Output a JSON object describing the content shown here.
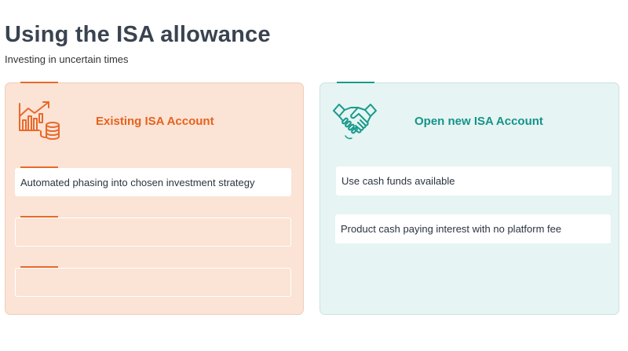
{
  "header": {
    "title": "Using the ISA allowance",
    "subtitle": "Investing in uncertain times"
  },
  "left_panel": {
    "heading": "Existing ISA Account",
    "icon": "chart-coins-icon",
    "accent_color": "#e8692a",
    "items": [
      {
        "text": "Automated phasing into chosen investment strategy"
      },
      {
        "text": ""
      },
      {
        "text": ""
      }
    ]
  },
  "right_panel": {
    "heading": "Open new ISA Account",
    "icon": "handshake-icon",
    "accent_color": "#1a9a8c",
    "items": [
      {
        "text": "Use cash funds available"
      },
      {
        "text": "Product cash paying interest with no platform fee"
      }
    ]
  }
}
